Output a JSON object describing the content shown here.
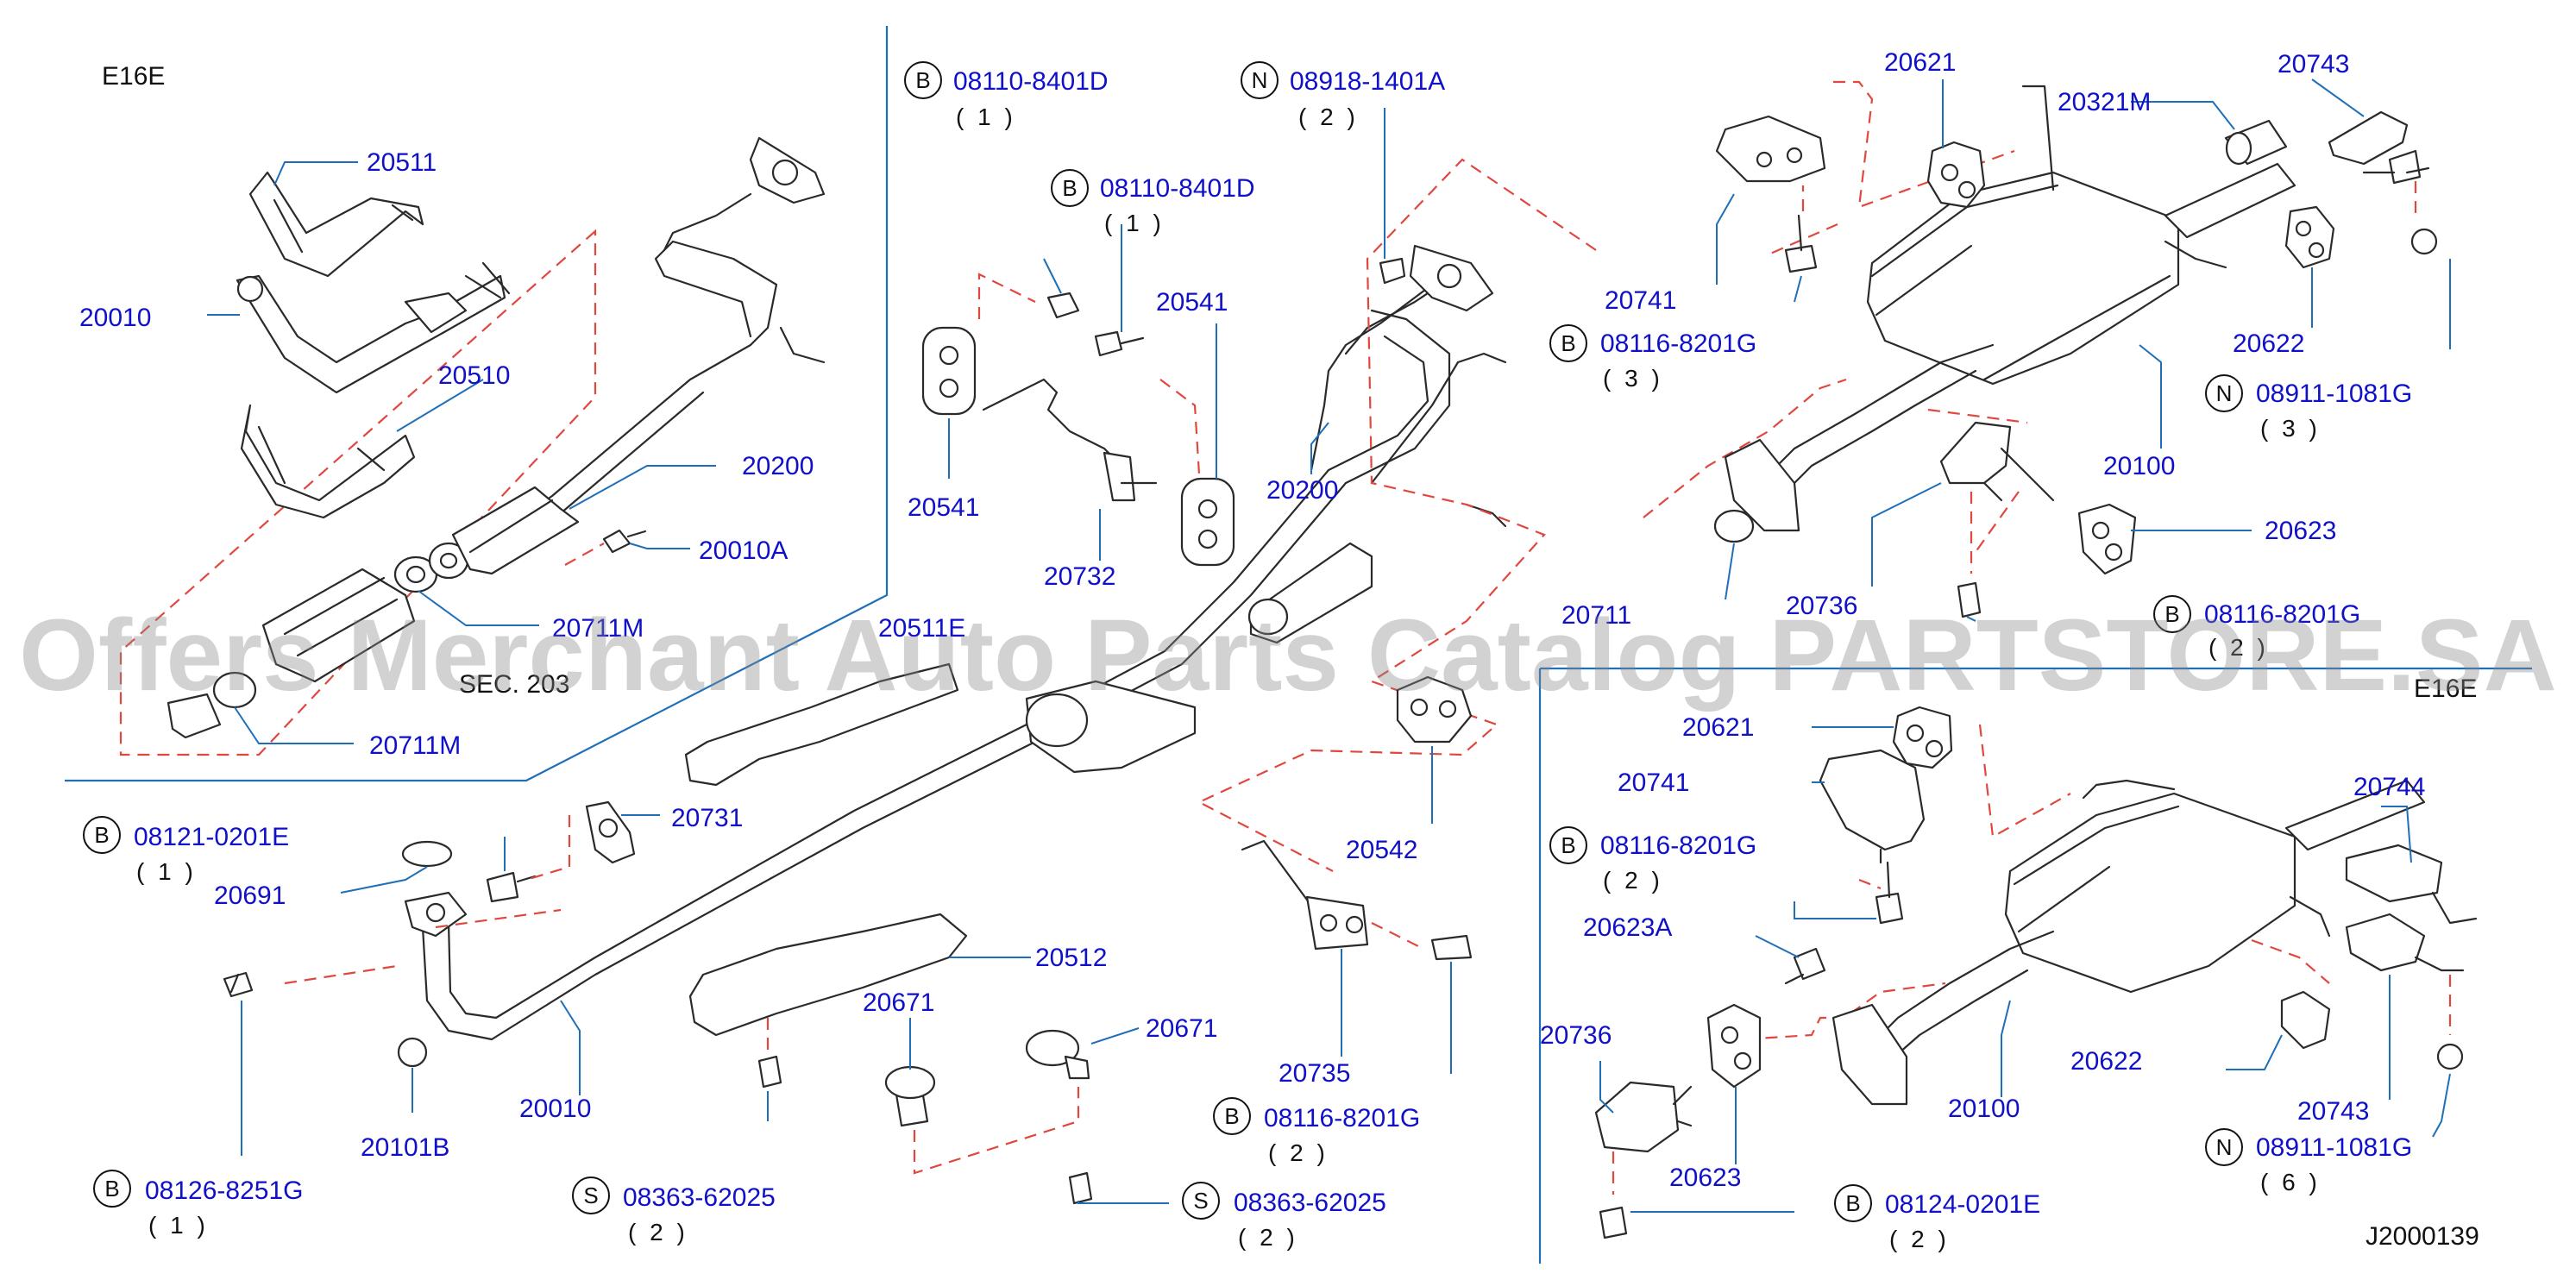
{
  "watermark": "Offers Merchant Auto Parts Catalog PARTSTORE.SA",
  "engine_left": "E16E",
  "engine_right": "E16E",
  "diagram_id": "J2000139",
  "sec_ref": "SEC. 203",
  "labels": {
    "p20511": "20511",
    "p20010_top": "20010",
    "p20510": "20510",
    "p20200_left": "20200",
    "p20010A": "20010A",
    "p20711M_a": "20711M",
    "p20711M_b": "20711M",
    "p20511E": "20511E",
    "p20731": "20731",
    "p20691": "20691",
    "p20101B": "20101B",
    "p20010_bottom": "20010",
    "p20512": "20512",
    "p20671_a": "20671",
    "p20671_b": "20671",
    "p20541_a": "20541",
    "p20541_b": "20541",
    "p20732": "20732",
    "p20200_mid": "20200",
    "p20542": "20542",
    "p20735": "20735",
    "p20621_top": "20621",
    "p20743_top": "20743",
    "p20321M": "20321M",
    "p20741_top": "20741",
    "p20622_top": "20622",
    "p20100_top": "20100",
    "p20623_top": "20623",
    "p20711": "20711",
    "p20736_top": "20736",
    "p20621_bot": "20621",
    "p20741_bot": "20741",
    "p20744": "20744",
    "p20623A": "20623A",
    "p20736_bot": "20736",
    "p20623_bot": "20623",
    "p20100_bot": "20100",
    "p20622_bot": "20622",
    "p20743_bot": "20743"
  },
  "fasteners": [
    {
      "letter": "B",
      "part": "08110-8401D",
      "qty": "( 1 )"
    },
    {
      "letter": "B",
      "part": "08110-8401D",
      "qty": "( 1 )"
    },
    {
      "letter": "N",
      "part": "08918-1401A",
      "qty": "( 2 )"
    },
    {
      "letter": "B",
      "part": "08121-0201E",
      "qty": "( 1 )"
    },
    {
      "letter": "B",
      "part": "08126-8251G",
      "qty": "( 1 )"
    },
    {
      "letter": "S",
      "part": "08363-62025",
      "qty": "( 2 )"
    },
    {
      "letter": "S",
      "part": "08363-62025",
      "qty": "( 2 )"
    },
    {
      "letter": "B",
      "part": "08116-8201G",
      "qty": "( 2 )"
    },
    {
      "letter": "B",
      "part": "08116-8201G",
      "qty": "( 3 )"
    },
    {
      "letter": "N",
      "part": "08911-1081G",
      "qty": "( 3 )"
    },
    {
      "letter": "B",
      "part": "08116-8201G",
      "qty": "( 2 )"
    },
    {
      "letter": "B",
      "part": "08116-8201G",
      "qty": "( 2 )"
    },
    {
      "letter": "B",
      "part": "08124-0201E",
      "qty": "( 2 )"
    },
    {
      "letter": "N",
      "part": "08911-1081G",
      "qty": "( 6 )"
    }
  ]
}
